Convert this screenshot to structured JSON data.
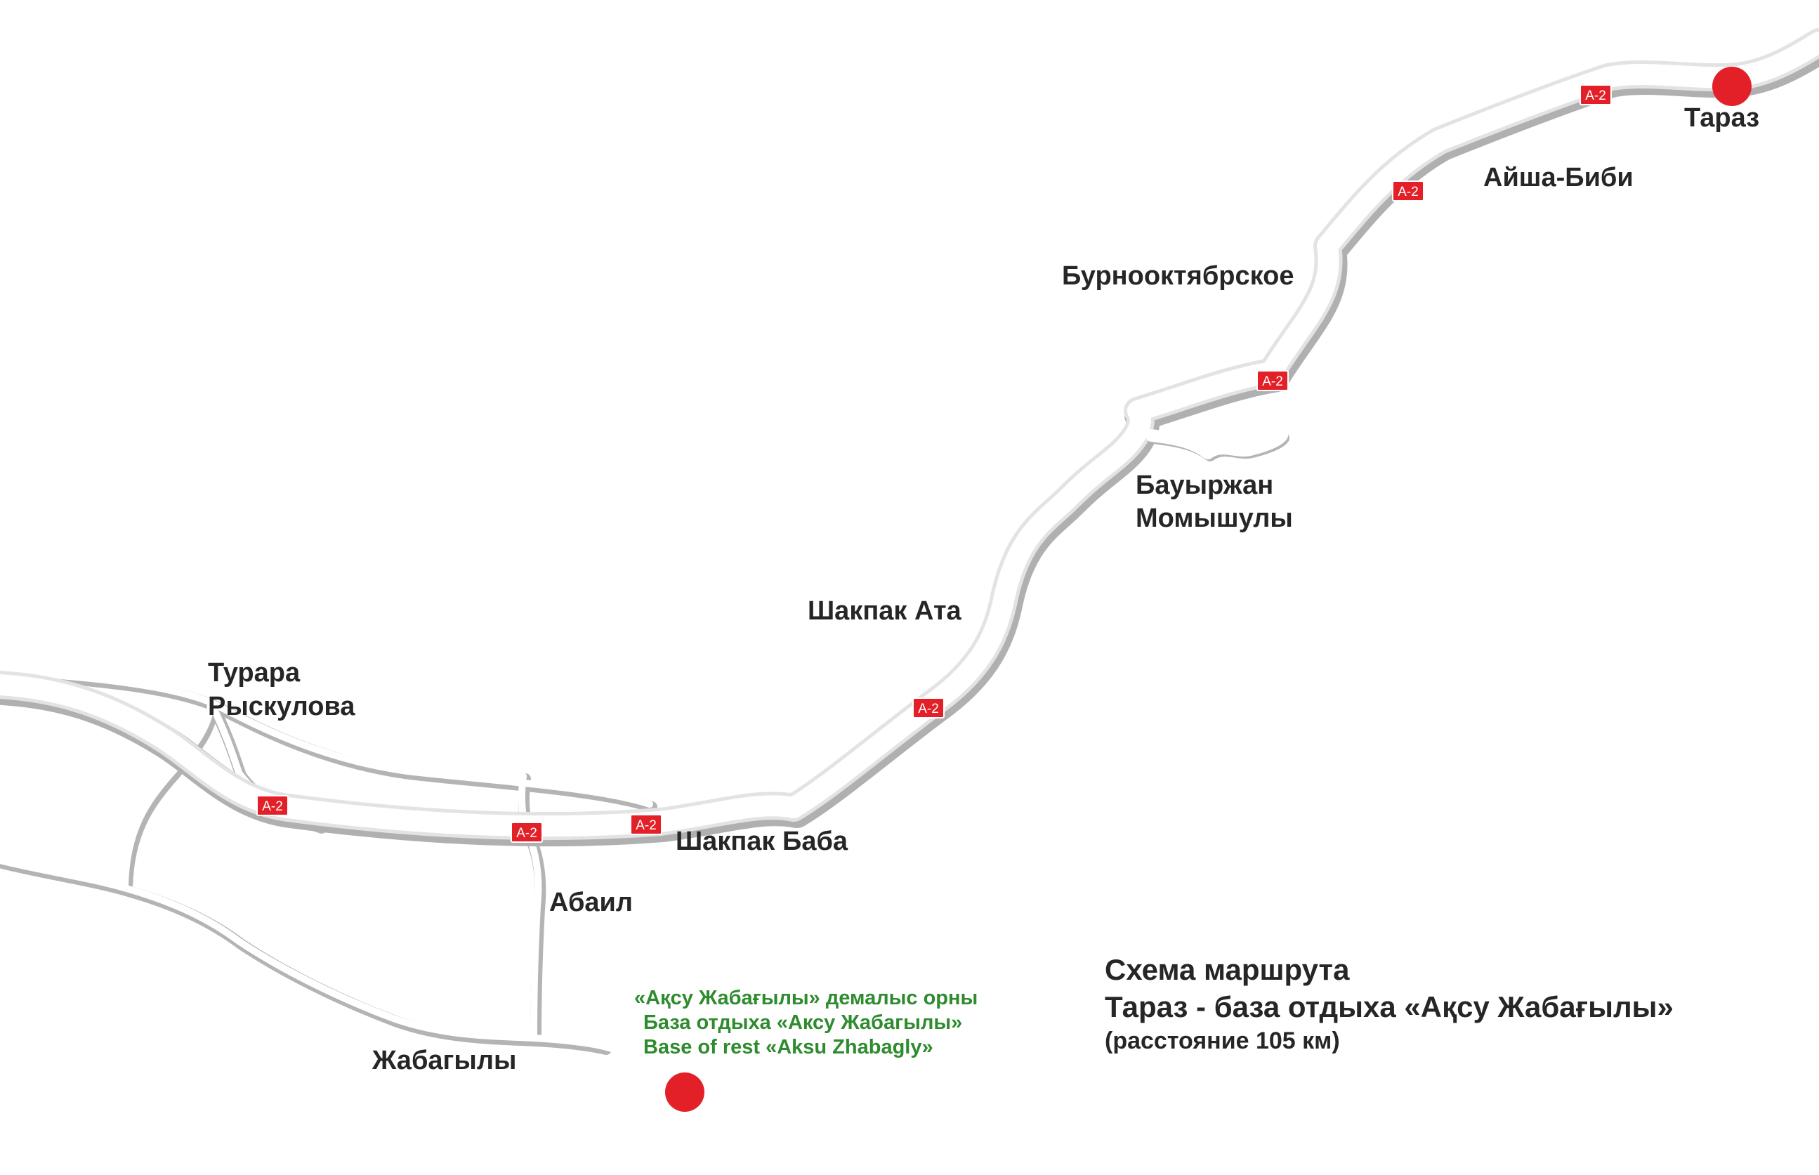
{
  "map": {
    "road_shield_label": "A-2",
    "places": {
      "taraz": "Тараз",
      "aisha_bibi": "Айша-Биби",
      "burnooktyabrskoe": "Бурнооктябрское",
      "baurzhan_line1": "Бауыржан",
      "baurzhan_line2": "Момышулы",
      "shakpak_ata": "Шакпак Ата",
      "turara_line1": "Турара",
      "turara_line2": "Рыскулова",
      "shakpak_baba": "Шакпак Баба",
      "abail": "Абаил",
      "zhabagyly": "Жабагылы"
    },
    "destination": {
      "line_kk": "«Ақсу Жабағылы» демалыс орны",
      "line_ru": "База отдыха «Аксу Жабагылы»",
      "line_en": "Base of rest «Aksu Zhabagly»"
    },
    "legend": {
      "title": "Схема маршрута",
      "route": "Тараз - база отдыха «Ақсу Жабағылы»",
      "distance": "(расстояние 105 км)"
    },
    "colors": {
      "marker": "#e32027",
      "road": "#ffffff",
      "destination_text": "#2e8b2e",
      "label_text": "#262626"
    }
  }
}
